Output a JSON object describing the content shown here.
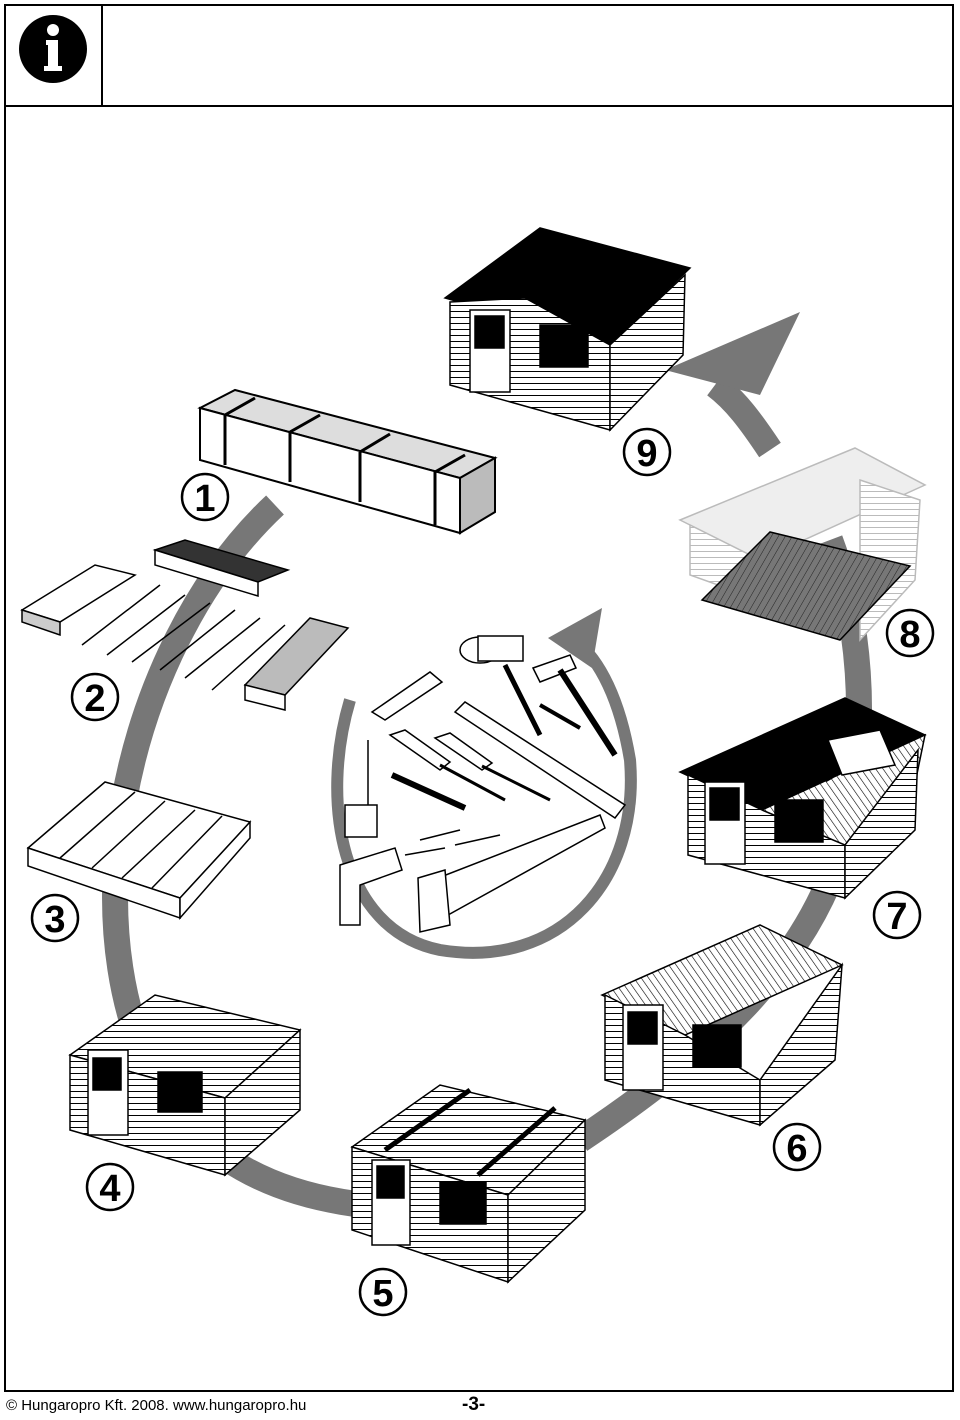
{
  "header": {
    "icon": "info-icon"
  },
  "steps": [
    {
      "label": "1",
      "name": "packaged-kit"
    },
    {
      "label": "2",
      "name": "unpacked-parts"
    },
    {
      "label": "3",
      "name": "floor-frame"
    },
    {
      "label": "4",
      "name": "walls-started"
    },
    {
      "label": "5",
      "name": "walls-and-purlins"
    },
    {
      "label": "6",
      "name": "roof-boards"
    },
    {
      "label": "7",
      "name": "roofing-felt"
    },
    {
      "label": "8",
      "name": "floor-boards"
    },
    {
      "label": "9",
      "name": "finished-cabin"
    }
  ],
  "tools": [
    "mallet-icon",
    "hammer-icon",
    "utility-knife-icon",
    "screwdriver-icon",
    "chisel-icon",
    "spirit-level-icon",
    "wrench-icon",
    "tape-measure-icon",
    "drill-icon",
    "drill-bit-icon",
    "hand-saw-icon"
  ],
  "footer": {
    "copyright": "© Hungaropro Kft. 2008. www.hungaropro.hu",
    "page": "-3-"
  }
}
